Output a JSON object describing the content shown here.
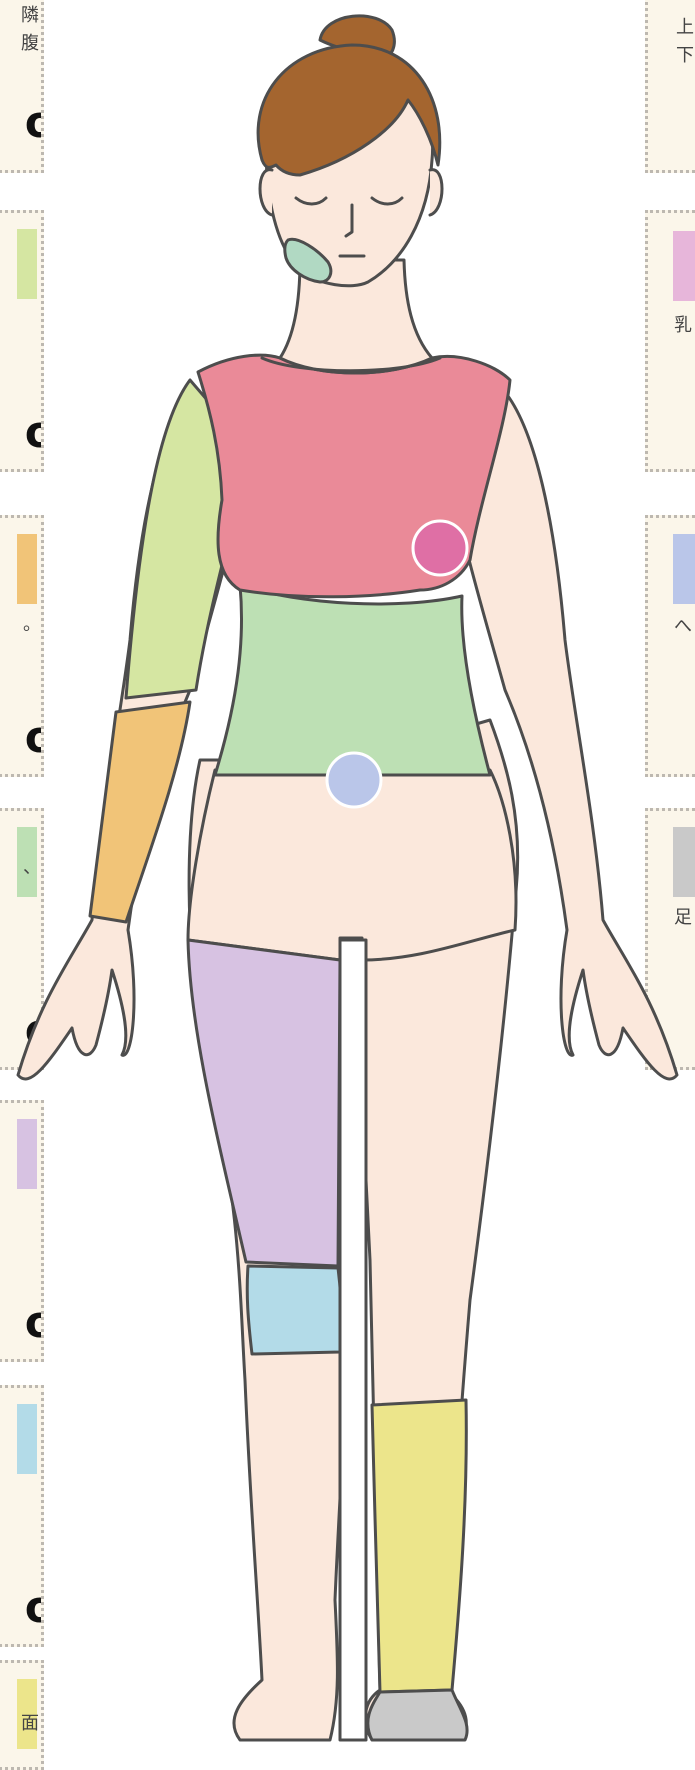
{
  "colors": {
    "skin": "#fbe8dc",
    "outline": "#4d4d4d",
    "hair": "#a4652f",
    "chest": "#ea8a98",
    "nipple": "#df6fa5",
    "belly": "#bde0b4",
    "navel": "#bac6e9",
    "upper_arm": "#d5e6a2",
    "forearm": "#f1c478",
    "thigh": "#d7c2e2",
    "knee": "#b3dbe8",
    "shin": "#ece58b",
    "foot": "#c9c9c9",
    "chin": "#b1d9c3",
    "card_bg": "#fbf6ea"
  },
  "left_cards": [
    {
      "name": "left-card-1",
      "swatch": "#d9ae87",
      "chars": [
        "隣",
        "腹"
      ],
      "big": "o"
    },
    {
      "name": "left-card-2",
      "swatch": "#d5e6a2",
      "chars": [],
      "big": "o"
    },
    {
      "name": "left-card-3",
      "swatch": "#f1c478",
      "chars": [
        "。"
      ],
      "big": "o"
    },
    {
      "name": "left-card-4",
      "swatch": "#bde0b4",
      "chars": [
        "、"
      ],
      "big": "o"
    },
    {
      "name": "left-card-5",
      "swatch": "#d7c2e2",
      "chars": [],
      "big": "o"
    },
    {
      "name": "left-card-6",
      "swatch": "#b3dbe8",
      "chars": [],
      "big": "o"
    },
    {
      "name": "left-card-7",
      "swatch": "#ece58b",
      "chars": [
        "面"
      ],
      "big": ""
    }
  ],
  "right_cards": [
    {
      "name": "right-card-1",
      "swatch": "#ea8a98",
      "chars": [
        "上",
        "下"
      ]
    },
    {
      "name": "right-card-2",
      "swatch": "#e7b6da",
      "chars": [
        "乳"
      ]
    },
    {
      "name": "right-card-3",
      "swatch": "#bac6e9",
      "chars": [
        "へ"
      ]
    },
    {
      "name": "right-card-4",
      "swatch": "#c9c9c9",
      "chars": [
        "足"
      ]
    }
  ]
}
